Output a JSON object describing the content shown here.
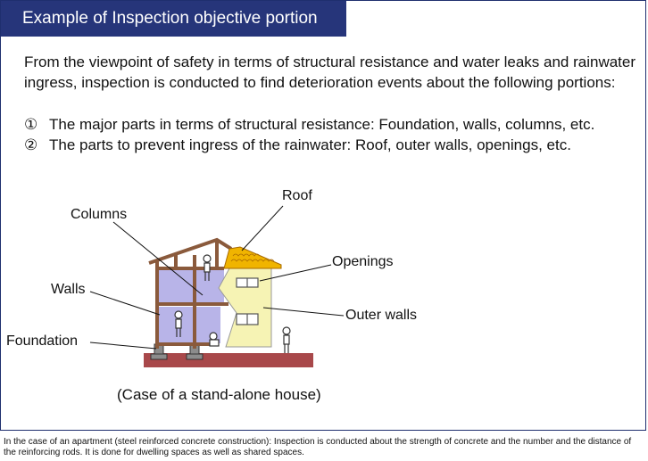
{
  "title": "Example of Inspection objective portion",
  "intro": "From the viewpoint of safety in terms of structural resistance and water leaks and rainwater ingress, inspection is conducted to find deterioration events about the following portions:",
  "list": [
    {
      "marker": "①",
      "text": "The major parts in terms of structural resistance: Foundation, walls, columns, etc."
    },
    {
      "marker": "②",
      "text": "The parts to prevent ingress of the rainwater: Roof, outer walls, openings, etc."
    }
  ],
  "diagram": {
    "labels": {
      "roof": "Roof",
      "columns": "Columns",
      "openings": "Openings",
      "walls": "Walls",
      "outer_walls": "Outer walls",
      "foundation": "Foundation"
    },
    "caption": "(Case of a stand-alone house)"
  },
  "footer": "In the case of an apartment (steel reinforced concrete construction): Inspection is conducted about the strength of concrete and the number and the distance of the reinforcing rods. It is done for dwelling spaces as well as shared spaces.",
  "colors": {
    "title_bg": "#26357a",
    "ground": "#a8484a",
    "roof_tiles": "#f0b400",
    "interior_wall": "#b8b4e8",
    "outer_wall": "#f6f3b4",
    "timber": "#8a5a3c"
  }
}
